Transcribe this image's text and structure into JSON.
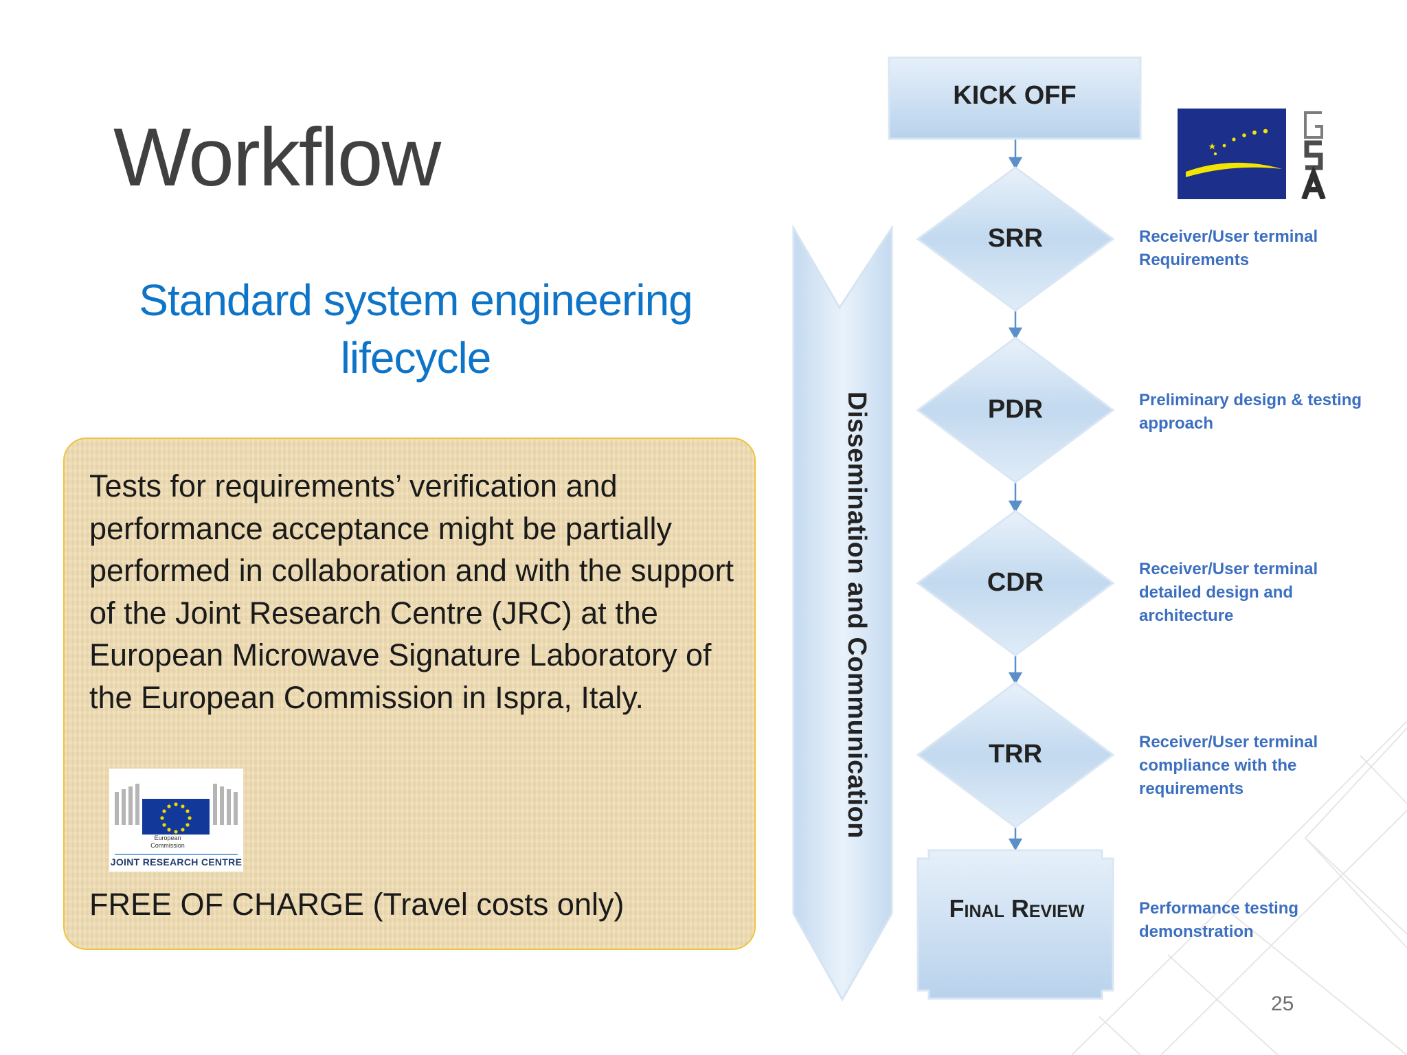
{
  "slide": {
    "title": "Workflow",
    "subtitle": "Standard system engineering lifecycle",
    "page_number": "25"
  },
  "note_box": {
    "text": "Tests for requirements’ verification and performance acceptance might be partially performed in collaboration and with the support of the Joint Research Centre (JRC) at the European Microwave Signature Laboratory of the European Commission in Ispra, Italy.",
    "free_text": "FREE OF CHARGE (Travel costs only)",
    "jrc_logo": {
      "ec_text": "European Commission",
      "name": "JOINT RESEARCH CENTRE"
    }
  },
  "flow": {
    "side_label": "Dissemination and Communication",
    "nodes": [
      {
        "label": "KICK OFF",
        "shape": "rectangle"
      },
      {
        "label": "SRR",
        "shape": "diamond",
        "description": "Receiver/User terminal Requirements"
      },
      {
        "label": "PDR",
        "shape": "diamond",
        "description": "Preliminary design & testing approach"
      },
      {
        "label": "CDR",
        "shape": "diamond",
        "description": "Receiver/User terminal detailed design and architecture"
      },
      {
        "label": "TRR",
        "shape": "diamond",
        "description": "Receiver/User terminal compliance with the requirements"
      },
      {
        "label": "Final Review",
        "shape": "octagon",
        "description": "Performance testing demonstration"
      }
    ]
  },
  "gsa_logo": {
    "letters": "GSA"
  },
  "colors": {
    "title": "#404040",
    "subtitle": "#0d74c8",
    "description": "#3c6fc0",
    "box_border": "#f0c23e",
    "box_fill": "#eedcb4",
    "shape_fill": "#c7dcf0",
    "arrow": "#5b8fc9",
    "gsa_blue": "#1c2f8a",
    "gsa_yellow": "#f2e600"
  }
}
